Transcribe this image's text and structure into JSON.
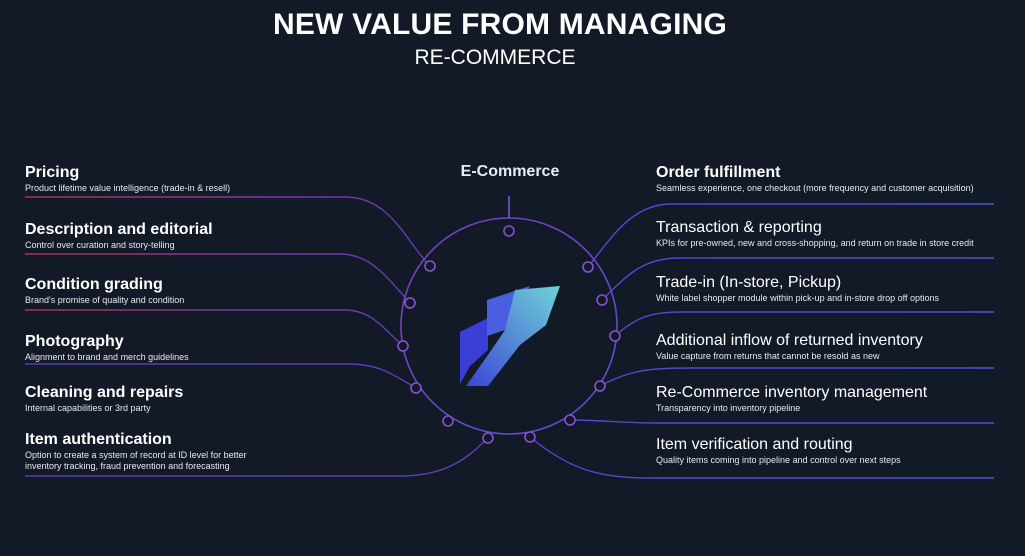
{
  "title": "NEW VALUE FROM MANAGING",
  "subtitle": "RE-COMMERCE",
  "center_label": "E-Commerce",
  "left_items": [
    {
      "heading": "Pricing",
      "desc": "Product lifetime value intelligence (trade-in & resell)"
    },
    {
      "heading": "Description and editorial",
      "desc": "Control over curation and story-telling"
    },
    {
      "heading": "Condition grading",
      "desc": "Brand's promise of quality and condition"
    },
    {
      "heading": "Photography",
      "desc": "Alignment to brand and merch guidelines"
    },
    {
      "heading": "Cleaning and repairs",
      "desc": "Internal capabilities or 3rd party"
    },
    {
      "heading": "Item authentication",
      "desc": "Option to create a system of record at ID level for better inventory tracking, fraud prevention and forecasting"
    }
  ],
  "right_items": [
    {
      "heading": "Order fulfillment",
      "desc": "Seamless experience, one checkout (more frequency and customer acquisition)"
    },
    {
      "heading": "Transaction & reporting",
      "desc": "KPIs for pre-owned, new and cross-shopping, and return on trade in store credit"
    },
    {
      "heading": "Trade-in (In-store, Pickup)",
      "desc": "White label shopper module within pick-up and in-store drop off options"
    },
    {
      "heading": "Additional inflow of returned inventory",
      "desc": "Value capture from returns that cannot be resold as new"
    },
    {
      "heading": "Re-Commerce inventory management",
      "desc": "Transparency into inventory pipeline"
    },
    {
      "heading": "Item verification and routing",
      "desc": "Quality items coming into pipeline and control over next steps"
    }
  ],
  "colors": {
    "background": "#131a27",
    "line_left_top": "#d0405a",
    "line_left_bottom": "#6a4bd0",
    "line_right": "#4a4ee0",
    "logo_dark": "#3b3fd6",
    "logo_light": "#6ed0d8"
  }
}
